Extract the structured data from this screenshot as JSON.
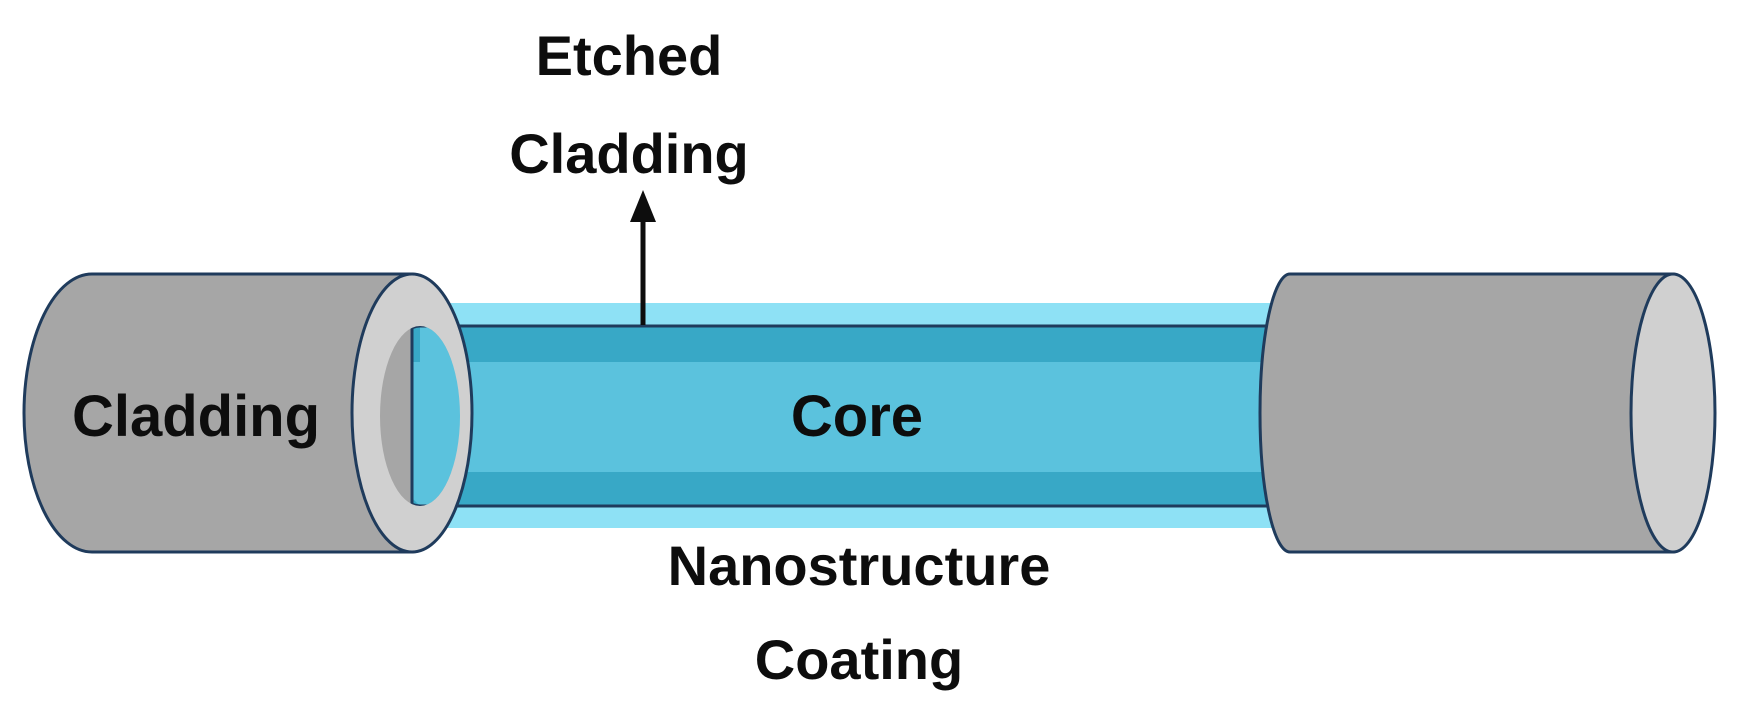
{
  "diagram": {
    "labels": {
      "etched_line1": "Etched",
      "etched_line2": "Cladding",
      "cladding": "Cladding",
      "core": "Core",
      "nano_line1": "Nanostructure",
      "nano_line2": "Coating"
    },
    "colors": {
      "cladding_body": "#a6a6a6",
      "cladding_face": "#d0d0d0",
      "outline": "#1f3b5c",
      "coating": "#8ee1f5",
      "core": "#5bc2dd",
      "core_shade": "#38a8c6",
      "text": "#0d0d0d",
      "background": "#ffffff"
    }
  }
}
